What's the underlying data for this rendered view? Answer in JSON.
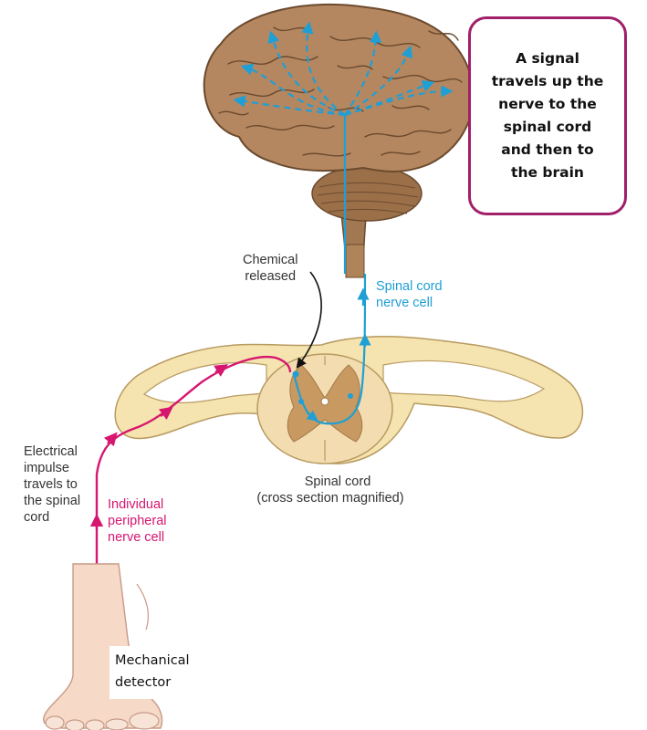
{
  "callout": {
    "text": "A signal\ntravels up the\nnerve to the\nspinal cord\nand then to\nthe brain"
  },
  "labels": {
    "chemical_released": "Chemical\nreleased",
    "spinal_cord_nerve_cell": "Spinal cord\nnerve cell",
    "electrical_impulse": "Electrical\nimpulse\ntravels to\nthe spinal\ncord",
    "peripheral_nerve_cell": "Individual\nperipheral\nnerve cell",
    "spinal_cord_title": "Spinal cord",
    "spinal_cord_subtitle": "(cross section magnified)",
    "mechanical_detector": "Mechanical\ndetector"
  },
  "colors": {
    "pathway_peripheral": "#d6166f",
    "pathway_spinal": "#1e9fd6",
    "callout_border": "#a0206a",
    "brain": "#b3855c",
    "spinal_cord_white": "#f5e4b0",
    "spinal_cord_grey": "#c89a62",
    "skin": "#f6d9c6"
  }
}
